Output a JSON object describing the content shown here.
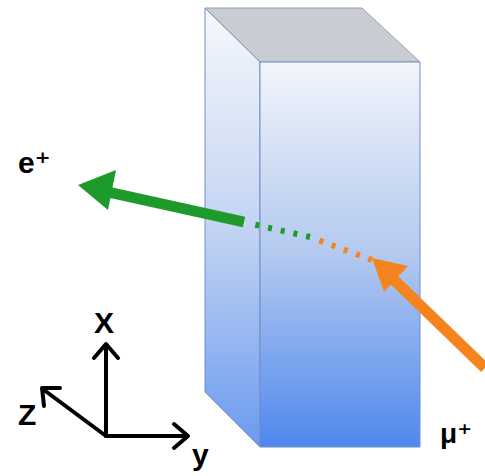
{
  "diagram": {
    "labels": [
      "e⁺",
      "μ⁺",
      "X",
      "Z",
      "y"
    ]
  }
}
